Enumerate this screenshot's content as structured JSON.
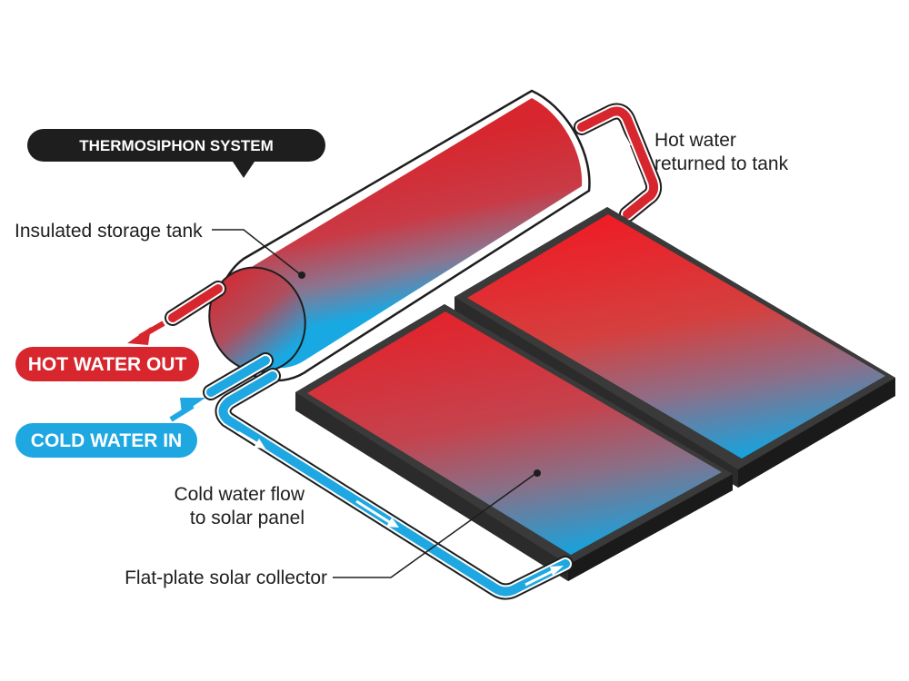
{
  "title": "THERMOSIPHON SYSTEM",
  "labels": {
    "tank": "Insulated storage tank",
    "hot_return_line1": "Hot water",
    "hot_return_line2": "returned to tank",
    "cold_flow_line1": "Cold water flow",
    "cold_flow_line2": "to solar panel",
    "collector": "Flat-plate solar collector"
  },
  "badges": {
    "hot_out": "HOT WATER OUT",
    "cold_in": "COLD WATER IN"
  },
  "colors": {
    "hot": "#d7262e",
    "cold": "#1ea7e1",
    "dark": "#1e1e1e",
    "frame": "#2b2b2b"
  }
}
